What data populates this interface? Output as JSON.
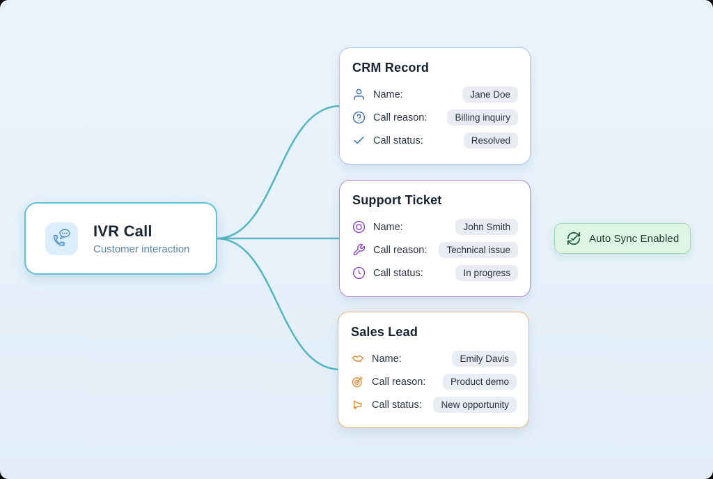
{
  "background_color": "#e7f2fa",
  "connector_color": "#58b6c3",
  "root_node": {
    "title": "IVR Call",
    "subtitle": "Customer interaction",
    "icon": "phone-chat-icon",
    "border_color": "#62c0d1"
  },
  "cards": [
    {
      "title": "CRM Record",
      "accent_color": "#a9c6e8",
      "icon_color": "#3a6db8",
      "rows": [
        {
          "icon": "user-icon",
          "label": "Name:",
          "value": "Jane Doe"
        },
        {
          "icon": "help-circle-icon",
          "label": "Call reason:",
          "value": "Billing inquiry"
        },
        {
          "icon": "check-icon",
          "label": "Call status:",
          "value": "Resolved"
        }
      ]
    },
    {
      "title": "Support Ticket",
      "accent_color": "#b68ad6",
      "icon_color": "#8b44c4",
      "rows": [
        {
          "icon": "life-buoy-icon",
          "label": "Name:",
          "value": "John Smith"
        },
        {
          "icon": "wrench-icon",
          "label": "Call reason:",
          "value": "Technical issue"
        },
        {
          "icon": "clock-icon",
          "label": "Call status:",
          "value": "In progress"
        }
      ]
    },
    {
      "title": "Sales Lead",
      "accent_color": "#eab26e",
      "icon_color": "#e08632",
      "rows": [
        {
          "icon": "handshake-icon",
          "label": "Name:",
          "value": "Emily Davis"
        },
        {
          "icon": "target-icon",
          "label": "Call reason:",
          "value": "Product demo"
        },
        {
          "icon": "megaphone-icon",
          "label": "Call status:",
          "value": "New opportunity"
        }
      ]
    }
  ],
  "badge": {
    "label": "Auto Sync Enabled",
    "icon": "sync-check-icon",
    "background_color": "#def4e5",
    "border_color": "#9fd8b3"
  }
}
